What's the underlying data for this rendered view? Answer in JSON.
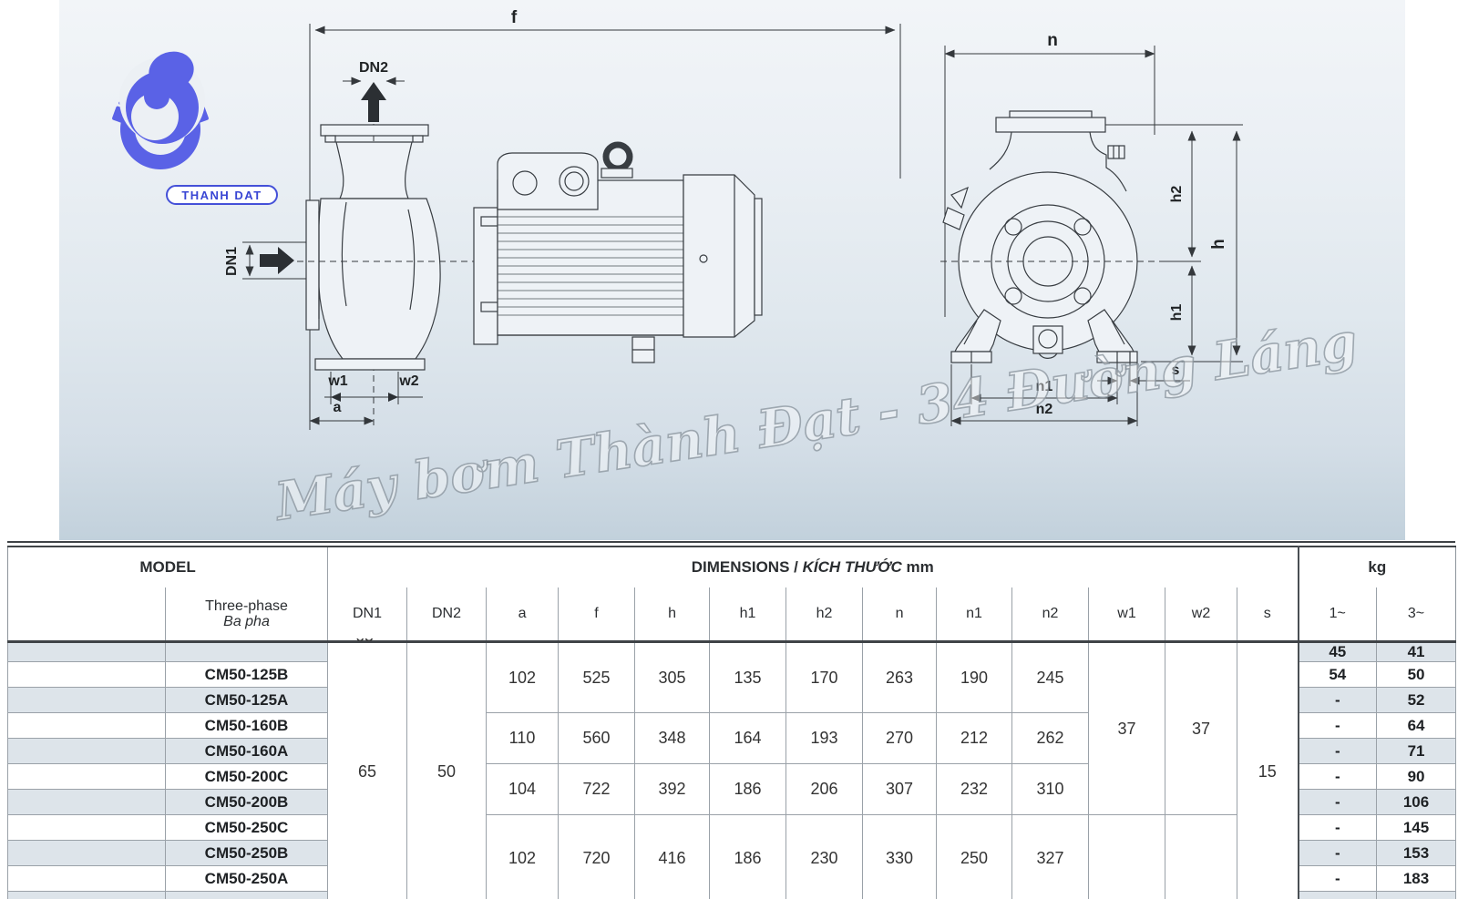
{
  "logo": {
    "brand": "THANH DAT"
  },
  "watermark": {
    "text": "Máy bơm Thành Đạt - 34 Đường Láng"
  },
  "diagram": {
    "labels": {
      "f": "f",
      "dn2": "DN2",
      "dn1": "DN1",
      "w1": "w1",
      "w2": "w2",
      "a": "a",
      "n": "n",
      "h2": "h2",
      "h": "h",
      "h1": "h1",
      "n1": "n1",
      "n2": "n2",
      "s": "s"
    }
  },
  "table": {
    "header": {
      "model": "MODEL",
      "model_sub_en": "Three-phase",
      "model_sub_vi": "Ba pha",
      "dims_en": "DIMENSIONS / ",
      "dims_vi": "KÍCH THƯỚC",
      "dims_unit": " mm",
      "kg": "kg",
      "dim_cols": [
        "DN1",
        "DN2",
        "a",
        "f",
        "h",
        "h1",
        "h2",
        "n",
        "n1",
        "n2",
        "w1",
        "w2",
        "s"
      ],
      "kg_cols": [
        "1~",
        "3~"
      ]
    },
    "clipped_top_value": "65",
    "shared": {
      "dn1": "65",
      "dn2": "50",
      "w1": "37",
      "w2": "37",
      "s": "15"
    },
    "dim_groups": [
      {
        "a": "102",
        "f": "525",
        "h": "305",
        "h1": "135",
        "h2": "170",
        "n": "263",
        "n1": "190",
        "n2": "245"
      },
      {
        "a": "110",
        "f": "560",
        "h": "348",
        "h1": "164",
        "h2": "193",
        "n": "270",
        "n1": "212",
        "n2": "262"
      },
      {
        "a": "104",
        "f": "722",
        "h": "392",
        "h1": "186",
        "h2": "206",
        "n": "307",
        "n1": "232",
        "n2": "310"
      },
      {
        "a": "102",
        "f": "720",
        "h": "416",
        "h1": "186",
        "h2": "230",
        "n": "330",
        "n1": "250",
        "n2": "327"
      }
    ],
    "rows": [
      {
        "model": "",
        "kg1": "45",
        "kg3": "41"
      },
      {
        "model": "CM50-125B",
        "kg1": "54",
        "kg3": "50"
      },
      {
        "model": "CM50-125A",
        "kg1": "-",
        "kg3": "52"
      },
      {
        "model": "CM50-160B",
        "kg1": "-",
        "kg3": "64"
      },
      {
        "model": "CM50-160A",
        "kg1": "-",
        "kg3": "71"
      },
      {
        "model": "CM50-200C",
        "kg1": "-",
        "kg3": "90"
      },
      {
        "model": "CM50-200B",
        "kg1": "-",
        "kg3": "106"
      },
      {
        "model": "CM50-250C",
        "kg1": "-",
        "kg3": "145"
      },
      {
        "model": "CM50-250B",
        "kg1": "-",
        "kg3": "153"
      },
      {
        "model": "CM50-250A",
        "kg1": "-",
        "kg3": "183"
      },
      {
        "model": "",
        "kg1": "",
        "kg3": ""
      }
    ]
  }
}
